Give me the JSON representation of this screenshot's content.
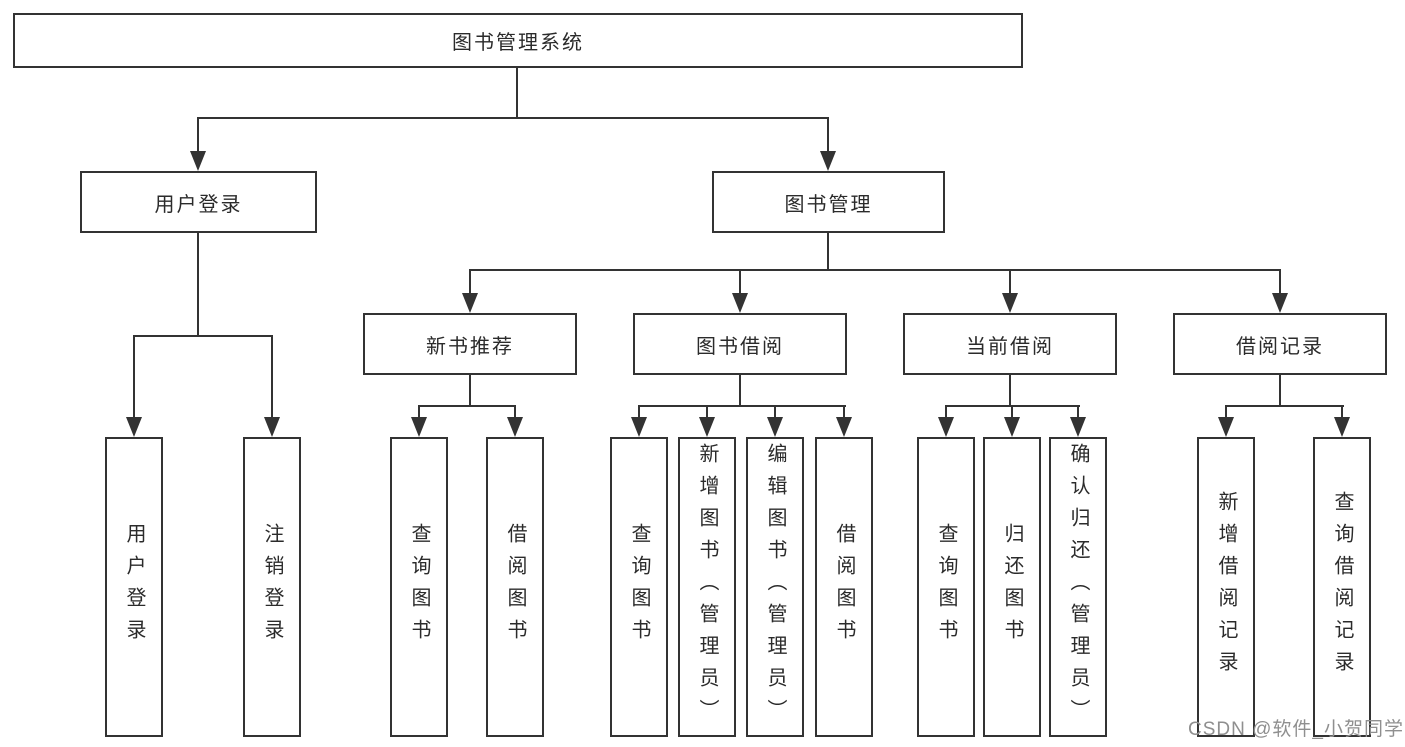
{
  "tree": {
    "label": "图书管理系统",
    "children": [
      {
        "label": "用户登录",
        "children": [
          {
            "label": "用户登录"
          },
          {
            "label": "注销登录"
          }
        ]
      },
      {
        "label": "图书管理",
        "children": [
          {
            "label": "新书推荐",
            "children": [
              {
                "label": "查询图书"
              },
              {
                "label": "借阅图书"
              }
            ]
          },
          {
            "label": "图书借阅",
            "children": [
              {
                "label": "查询图书"
              },
              {
                "label": "新增图书（管理员）"
              },
              {
                "label": "编辑图书（管理员）"
              },
              {
                "label": "借阅图书"
              }
            ]
          },
          {
            "label": "当前借阅",
            "children": [
              {
                "label": "查询图书"
              },
              {
                "label": "归还图书"
              },
              {
                "label": "确认归还（管理员）"
              }
            ]
          },
          {
            "label": "借阅记录",
            "children": [
              {
                "label": "新增借阅记录"
              },
              {
                "label": "查询借阅记录"
              }
            ]
          }
        ]
      }
    ]
  },
  "watermark": "CSDN @软件_小贺同学",
  "colors": {
    "line": "#333333",
    "text": "#2b2b2b",
    "watermark": "#8f8f8f",
    "background": "#ffffff"
  }
}
